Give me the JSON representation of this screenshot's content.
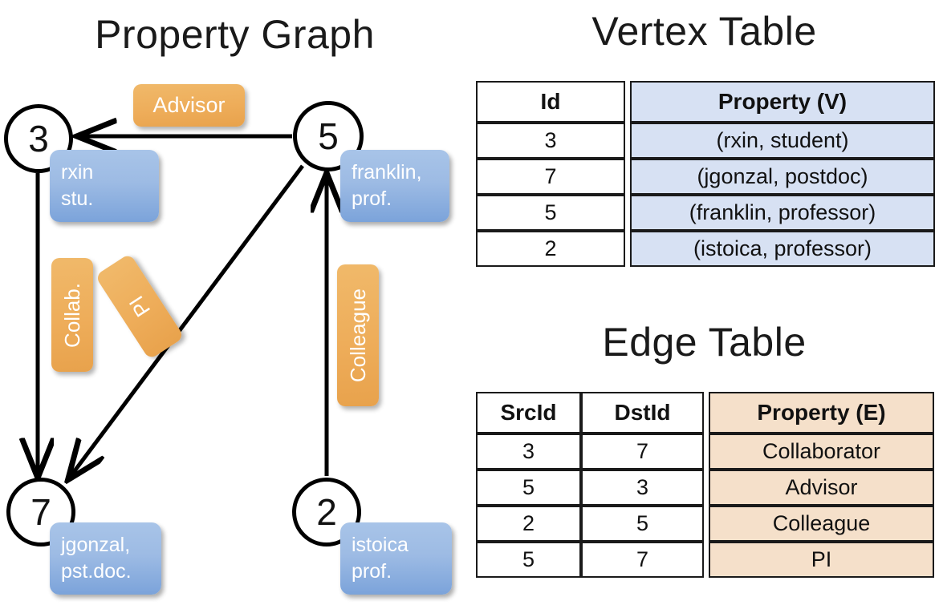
{
  "panels": {
    "graph_title": "Property Graph",
    "vertex_title": "Vertex Table",
    "edge_title": "Edge Table"
  },
  "graph": {
    "nodes": [
      {
        "id": "3",
        "property_lines": [
          "rxin",
          "stu."
        ]
      },
      {
        "id": "5",
        "property_lines": [
          "franklin,",
          "prof."
        ]
      },
      {
        "id": "7",
        "property_lines": [
          "jgonzal,",
          "pst.doc."
        ]
      },
      {
        "id": "2",
        "property_lines": [
          "istoica",
          "prof."
        ]
      }
    ],
    "edge_labels": {
      "advisor": "Advisor",
      "collab": "Collab.",
      "pi": "PI",
      "colleague": "Colleague"
    },
    "edges": [
      {
        "from": "5",
        "to": "3",
        "label": "Advisor"
      },
      {
        "from": "3",
        "to": "7",
        "label": "Collab."
      },
      {
        "from": "5",
        "to": "7",
        "label": "PI"
      },
      {
        "from": "2",
        "to": "5",
        "label": "Colleague"
      }
    ]
  },
  "vertex_table": {
    "headers": [
      "Id",
      "Property (V)"
    ],
    "rows": [
      {
        "id": "3",
        "property": "(rxin, student)"
      },
      {
        "id": "7",
        "property": "(jgonzal, postdoc)"
      },
      {
        "id": "5",
        "property": "(franklin, professor)"
      },
      {
        "id": "2",
        "property": "(istoica, professor)"
      }
    ]
  },
  "edge_table": {
    "headers": [
      "SrcId",
      "DstId",
      "Property (E)"
    ],
    "rows": [
      {
        "src": "3",
        "dst": "7",
        "property": "Collaborator"
      },
      {
        "src": "5",
        "dst": "3",
        "property": "Advisor"
      },
      {
        "src": "2",
        "dst": "5",
        "property": "Colleague"
      },
      {
        "src": "5",
        "dst": "7",
        "property": "PI"
      }
    ]
  },
  "colors": {
    "vertex_property_cell": "#d7e1f3",
    "edge_property_cell": "#f5e0ca",
    "node_property_box": "#9dbbe4",
    "edge_label_box": "#eead5a",
    "stroke": "#000000",
    "background": "#ffffff"
  }
}
